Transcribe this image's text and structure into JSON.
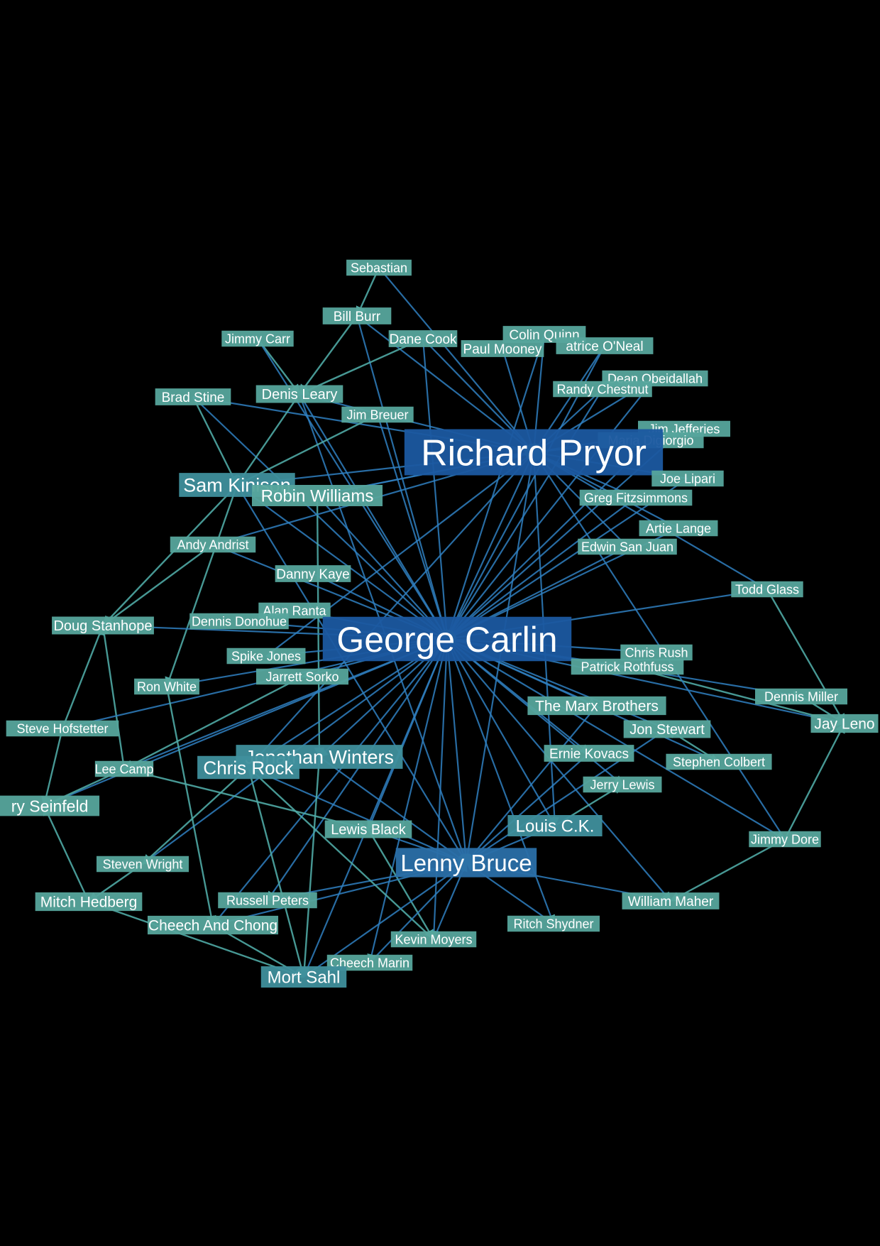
{
  "graph": {
    "colors": {
      "background": "#000000",
      "minor_box": "#56a59c",
      "mid_box": "#3f8f9c",
      "hub_box": "#1b58a0",
      "hub_box_alt": "#2a6fa8",
      "edge_light": "#4fa8a4",
      "edge_dark": "#2f7fbf",
      "label": "#ffffff"
    },
    "nodes": [
      {
        "id": "sebastian",
        "label": "Sebastian",
        "tier": "minor"
      },
      {
        "id": "bill-burr",
        "label": "Bill Burr",
        "tier": "minor"
      },
      {
        "id": "jimmy-carr",
        "label": "Jimmy Carr",
        "tier": "minor"
      },
      {
        "id": "dane-cook",
        "label": "Dane Cook",
        "tier": "minor"
      },
      {
        "id": "colin-quinn",
        "label": "Colin Quinn",
        "tier": "minor"
      },
      {
        "id": "paul-mooney",
        "label": "Paul Mooney",
        "tier": "minor"
      },
      {
        "id": "patrice-oneal",
        "label": "atrice O'Neal",
        "tier": "minor"
      },
      {
        "id": "dean-obeidallah",
        "label": "Dean Obeidallah",
        "tier": "minor"
      },
      {
        "id": "randy-chestnut",
        "label": "Randy Chestnut",
        "tier": "minor"
      },
      {
        "id": "brad-stine",
        "label": "Brad Stine",
        "tier": "minor"
      },
      {
        "id": "denis-leary",
        "label": "Denis Leary",
        "tier": "minor"
      },
      {
        "id": "jim-breuer",
        "label": "Jim Breuer",
        "tier": "minor"
      },
      {
        "id": "jim-jefferies",
        "label": "Jim Jefferies",
        "tier": "minor"
      },
      {
        "id": "maria-digiorgio",
        "label": "Maria Digiorgio",
        "tier": "minor"
      },
      {
        "id": "richard-pryor",
        "label": "Richard Pryor",
        "tier": "hub"
      },
      {
        "id": "sam-kinison",
        "label": "Sam Kinison",
        "tier": "mid"
      },
      {
        "id": "robin-williams",
        "label": "Robin Williams",
        "tier": "minor"
      },
      {
        "id": "joe-lipari",
        "label": "Joe Lipari",
        "tier": "minor"
      },
      {
        "id": "greg-fitzsimmons",
        "label": "Greg Fitzsimmons",
        "tier": "minor"
      },
      {
        "id": "artie-lange",
        "label": "Artie Lange",
        "tier": "minor"
      },
      {
        "id": "andy-andrist",
        "label": "Andy Andrist",
        "tier": "minor"
      },
      {
        "id": "edwin-san-juan",
        "label": "Edwin San Juan",
        "tier": "minor"
      },
      {
        "id": "danny-kaye",
        "label": "Danny Kaye",
        "tier": "minor"
      },
      {
        "id": "todd-glass",
        "label": "Todd Glass",
        "tier": "minor"
      },
      {
        "id": "alan-ranta",
        "label": "Alan Ranta",
        "tier": "minor"
      },
      {
        "id": "doug-stanhope",
        "label": "Doug Stanhope",
        "tier": "minor"
      },
      {
        "id": "dennis-donohue",
        "label": "Dennis Donohue",
        "tier": "minor"
      },
      {
        "id": "george-carlin",
        "label": "George Carlin",
        "tier": "hub"
      },
      {
        "id": "chris-rush",
        "label": "Chris Rush",
        "tier": "minor"
      },
      {
        "id": "patrick-rothfuss",
        "label": "Patrick Rothfuss",
        "tier": "minor"
      },
      {
        "id": "spike-jones",
        "label": "Spike Jones",
        "tier": "minor"
      },
      {
        "id": "jarrett-sorko",
        "label": "Jarrett Sorko",
        "tier": "minor"
      },
      {
        "id": "ron-white",
        "label": "Ron White",
        "tier": "minor"
      },
      {
        "id": "dennis-miller",
        "label": "Dennis Miller",
        "tier": "minor"
      },
      {
        "id": "the-marx-brothers",
        "label": "The Marx Brothers",
        "tier": "minor"
      },
      {
        "id": "jay-leno",
        "label": "Jay Leno",
        "tier": "minor"
      },
      {
        "id": "steve-hofstetter",
        "label": "Steve Hofstetter",
        "tier": "minor"
      },
      {
        "id": "jon-stewart",
        "label": "Jon Stewart",
        "tier": "minor"
      },
      {
        "id": "jonathan-winters",
        "label": "Jonathan Winters",
        "tier": "mid"
      },
      {
        "id": "ernie-kovacs",
        "label": "Ernie Kovacs",
        "tier": "minor"
      },
      {
        "id": "stephen-colbert",
        "label": "Stephen Colbert",
        "tier": "minor"
      },
      {
        "id": "lee-camp",
        "label": "Lee Camp",
        "tier": "minor"
      },
      {
        "id": "chris-rock",
        "label": "Chris Rock",
        "tier": "mid"
      },
      {
        "id": "jerry-lewis",
        "label": "Jerry Lewis",
        "tier": "minor"
      },
      {
        "id": "jerry-seinfeld",
        "label": "ry Seinfeld",
        "tier": "minor"
      },
      {
        "id": "louis-ck",
        "label": "Louis C.K.",
        "tier": "mid"
      },
      {
        "id": "lewis-black",
        "label": "Lewis Black",
        "tier": "minor"
      },
      {
        "id": "jimmy-dore",
        "label": "Jimmy Dore",
        "tier": "minor"
      },
      {
        "id": "steven-wright",
        "label": "Steven Wright",
        "tier": "minor"
      },
      {
        "id": "lenny-bruce",
        "label": "Lenny Bruce",
        "tier": "hub2"
      },
      {
        "id": "mitch-hedberg",
        "label": "Mitch Hedberg",
        "tier": "minor"
      },
      {
        "id": "russell-peters",
        "label": "Russell Peters",
        "tier": "minor"
      },
      {
        "id": "william-maher",
        "label": "William Maher",
        "tier": "minor"
      },
      {
        "id": "cheech-and-chong",
        "label": "Cheech And Chong",
        "tier": "minor"
      },
      {
        "id": "ritch-shydner",
        "label": "Ritch Shydner",
        "tier": "minor"
      },
      {
        "id": "kevin-moyers",
        "label": "Kevin Moyers",
        "tier": "minor"
      },
      {
        "id": "cheech-marin",
        "label": "Cheech Marin",
        "tier": "minor"
      },
      {
        "id": "mort-sahl",
        "label": "Mort Sahl",
        "tier": "mid"
      }
    ],
    "edges": [
      [
        "sebastian",
        "bill-burr"
      ],
      [
        "sebastian",
        "richard-pryor"
      ],
      [
        "bill-burr",
        "denis-leary"
      ],
      [
        "bill-burr",
        "george-carlin"
      ],
      [
        "bill-burr",
        "richard-pryor"
      ],
      [
        "jimmy-carr",
        "denis-leary"
      ],
      [
        "jimmy-carr",
        "george-carlin"
      ],
      [
        "dane-cook",
        "denis-leary"
      ],
      [
        "dane-cook",
        "george-carlin"
      ],
      [
        "dane-cook",
        "richard-pryor"
      ],
      [
        "colin-quinn",
        "richard-pryor"
      ],
      [
        "colin-quinn",
        "george-carlin"
      ],
      [
        "paul-mooney",
        "richard-pryor"
      ],
      [
        "patrice-oneal",
        "richard-pryor"
      ],
      [
        "patrice-oneal",
        "george-carlin"
      ],
      [
        "dean-obeidallah",
        "richard-pryor"
      ],
      [
        "dean-obeidallah",
        "george-carlin"
      ],
      [
        "randy-chestnut",
        "richard-pryor"
      ],
      [
        "randy-chestnut",
        "george-carlin"
      ],
      [
        "brad-stine",
        "sam-kinison"
      ],
      [
        "brad-stine",
        "george-carlin"
      ],
      [
        "brad-stine",
        "richard-pryor"
      ],
      [
        "denis-leary",
        "sam-kinison"
      ],
      [
        "denis-leary",
        "george-carlin"
      ],
      [
        "denis-leary",
        "lenny-bruce"
      ],
      [
        "denis-leary",
        "richard-pryor"
      ],
      [
        "jim-breuer",
        "george-carlin"
      ],
      [
        "jim-breuer",
        "sam-kinison"
      ],
      [
        "jim-jefferies",
        "richard-pryor"
      ],
      [
        "jim-jefferies",
        "george-carlin"
      ],
      [
        "maria-digiorgio",
        "richard-pryor"
      ],
      [
        "maria-digiorgio",
        "george-carlin"
      ],
      [
        "richard-pryor",
        "george-carlin"
      ],
      [
        "richard-pryor",
        "lenny-bruce"
      ],
      [
        "richard-pryor",
        "louis-ck"
      ],
      [
        "richard-pryor",
        "chris-rock"
      ],
      [
        "richard-pryor",
        "sam-kinison"
      ],
      [
        "richard-pryor",
        "robin-williams"
      ],
      [
        "sam-kinison",
        "george-carlin"
      ],
      [
        "sam-kinison",
        "lenny-bruce"
      ],
      [
        "sam-kinison",
        "doug-stanhope"
      ],
      [
        "sam-kinison",
        "ron-white"
      ],
      [
        "robin-williams",
        "jonathan-winters"
      ],
      [
        "robin-williams",
        "george-carlin"
      ],
      [
        "robin-williams",
        "richard-pryor"
      ],
      [
        "joe-lipari",
        "richard-pryor"
      ],
      [
        "joe-lipari",
        "george-carlin"
      ],
      [
        "greg-fitzsimmons",
        "richard-pryor"
      ],
      [
        "greg-fitzsimmons",
        "george-carlin"
      ],
      [
        "artie-lange",
        "richard-pryor"
      ],
      [
        "artie-lange",
        "george-carlin"
      ],
      [
        "andy-andrist",
        "doug-stanhope"
      ],
      [
        "andy-andrist",
        "richard-pryor"
      ],
      [
        "andy-andrist",
        "george-carlin"
      ],
      [
        "edwin-san-juan",
        "george-carlin"
      ],
      [
        "edwin-san-juan",
        "richard-pryor"
      ],
      [
        "danny-kaye",
        "george-carlin"
      ],
      [
        "todd-glass",
        "george-carlin"
      ],
      [
        "todd-glass",
        "jay-leno"
      ],
      [
        "todd-glass",
        "richard-pryor"
      ],
      [
        "alan-ranta",
        "george-carlin"
      ],
      [
        "doug-stanhope",
        "george-carlin"
      ],
      [
        "lee-camp",
        "doug-stanhope"
      ],
      [
        "dennis-donohue",
        "george-carlin"
      ],
      [
        "george-carlin",
        "lenny-bruce"
      ],
      [
        "george-carlin",
        "chris-rock"
      ],
      [
        "george-carlin",
        "louis-ck"
      ],
      [
        "george-carlin",
        "jonathan-winters"
      ],
      [
        "george-carlin",
        "mort-sahl"
      ],
      [
        "george-carlin",
        "the-marx-brothers"
      ],
      [
        "george-carlin",
        "jon-stewart"
      ],
      [
        "george-carlin",
        "ernie-kovacs"
      ],
      [
        "george-carlin",
        "stephen-colbert"
      ],
      [
        "george-carlin",
        "jerry-lewis"
      ],
      [
        "george-carlin",
        "dennis-miller"
      ],
      [
        "george-carlin",
        "jay-leno"
      ],
      [
        "george-carlin",
        "william-maher"
      ],
      [
        "george-carlin",
        "lewis-black"
      ],
      [
        "george-carlin",
        "kevin-moyers"
      ],
      [
        "george-carlin",
        "cheech-marin"
      ],
      [
        "george-carlin",
        "cheech-and-chong"
      ],
      [
        "george-carlin",
        "russell-peters"
      ],
      [
        "george-carlin",
        "steven-wright"
      ],
      [
        "george-carlin",
        "jerry-seinfeld"
      ],
      [
        "george-carlin",
        "ritch-shydner"
      ],
      [
        "george-carlin",
        "jimmy-dore"
      ],
      [
        "george-carlin",
        "lee-camp"
      ],
      [
        "george-carlin",
        "steve-hofstetter"
      ],
      [
        "george-carlin",
        "spike-jones"
      ],
      [
        "george-carlin",
        "jarrett-sorko"
      ],
      [
        "george-carlin",
        "ron-white"
      ],
      [
        "chris-rush",
        "george-carlin"
      ],
      [
        "patrick-rothfuss",
        "george-carlin"
      ],
      [
        "patrick-rothfuss",
        "jay-leno"
      ],
      [
        "spike-jones",
        "richard-pryor"
      ],
      [
        "jarrett-sorko",
        "lee-camp"
      ],
      [
        "ron-white",
        "cheech-and-chong"
      ],
      [
        "the-marx-brothers",
        "lenny-bruce"
      ],
      [
        "jon-stewart",
        "lenny-bruce"
      ],
      [
        "ernie-kovacs",
        "lenny-bruce"
      ],
      [
        "steve-hofstetter",
        "jerry-seinfeld"
      ],
      [
        "steve-hofstetter",
        "doug-stanhope"
      ],
      [
        "lee-camp",
        "jerry-seinfeld"
      ],
      [
        "lee-camp",
        "lewis-black"
      ],
      [
        "chris-rock",
        "lenny-bruce"
      ],
      [
        "chris-rock",
        "mort-sahl"
      ],
      [
        "chris-rock",
        "steven-wright"
      ],
      [
        "jonathan-winters",
        "lenny-bruce"
      ],
      [
        "jonathan-winters",
        "mort-sahl"
      ],
      [
        "louis-ck",
        "lenny-bruce"
      ],
      [
        "louis-ck",
        "jerry-lewis"
      ],
      [
        "lewis-black",
        "lenny-bruce"
      ],
      [
        "lewis-black",
        "kevin-moyers"
      ],
      [
        "jimmy-dore",
        "jay-leno"
      ],
      [
        "jimmy-dore",
        "william-maher"
      ],
      [
        "jimmy-dore",
        "richard-pryor"
      ],
      [
        "steven-wright",
        "mitch-hedberg"
      ],
      [
        "mitch-hedberg",
        "jerry-seinfeld"
      ],
      [
        "mitch-hedberg",
        "mort-sahl"
      ],
      [
        "russell-peters",
        "lenny-bruce"
      ],
      [
        "william-maher",
        "lenny-bruce"
      ],
      [
        "cheech-and-chong",
        "mort-sahl"
      ],
      [
        "cheech-and-chong",
        "lenny-bruce"
      ],
      [
        "ritch-shydner",
        "lenny-bruce"
      ],
      [
        "kevin-moyers",
        "lenny-bruce"
      ],
      [
        "kevin-moyers",
        "chris-rock"
      ],
      [
        "cheech-marin",
        "lenny-bruce"
      ],
      [
        "mort-sahl",
        "lenny-bruce"
      ],
      [
        "stephen-colbert",
        "jon-stewart"
      ],
      [
        "dennis-miller",
        "jay-leno"
      ]
    ]
  }
}
